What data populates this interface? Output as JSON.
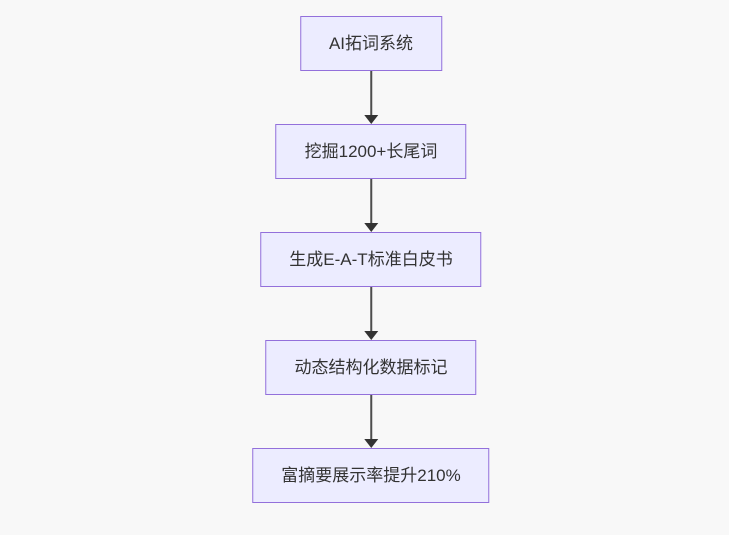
{
  "diagram": {
    "type": "flowchart",
    "direction": "top-to-bottom",
    "nodes": [
      {
        "label": "AI拓词系统"
      },
      {
        "label": "挖掘1200+长尾词"
      },
      {
        "label": "生成E-A-T标准白皮书"
      },
      {
        "label": "动态结构化数据标记"
      },
      {
        "label": "富摘要展示率提升210%"
      }
    ],
    "edges": [
      {
        "from": 0,
        "to": 1,
        "style": "arrow-down"
      },
      {
        "from": 1,
        "to": 2,
        "style": "arrow-down"
      },
      {
        "from": 2,
        "to": 3,
        "style": "arrow-down"
      },
      {
        "from": 3,
        "to": 4,
        "style": "arrow-down"
      }
    ],
    "colors": {
      "node_fill": "#ECECFF",
      "node_border": "#9370DB",
      "node_text": "#333333",
      "edge_line": "#4D4D4D",
      "edge_arrowhead": "#333333",
      "canvas_background": "#F8F8F8"
    }
  }
}
